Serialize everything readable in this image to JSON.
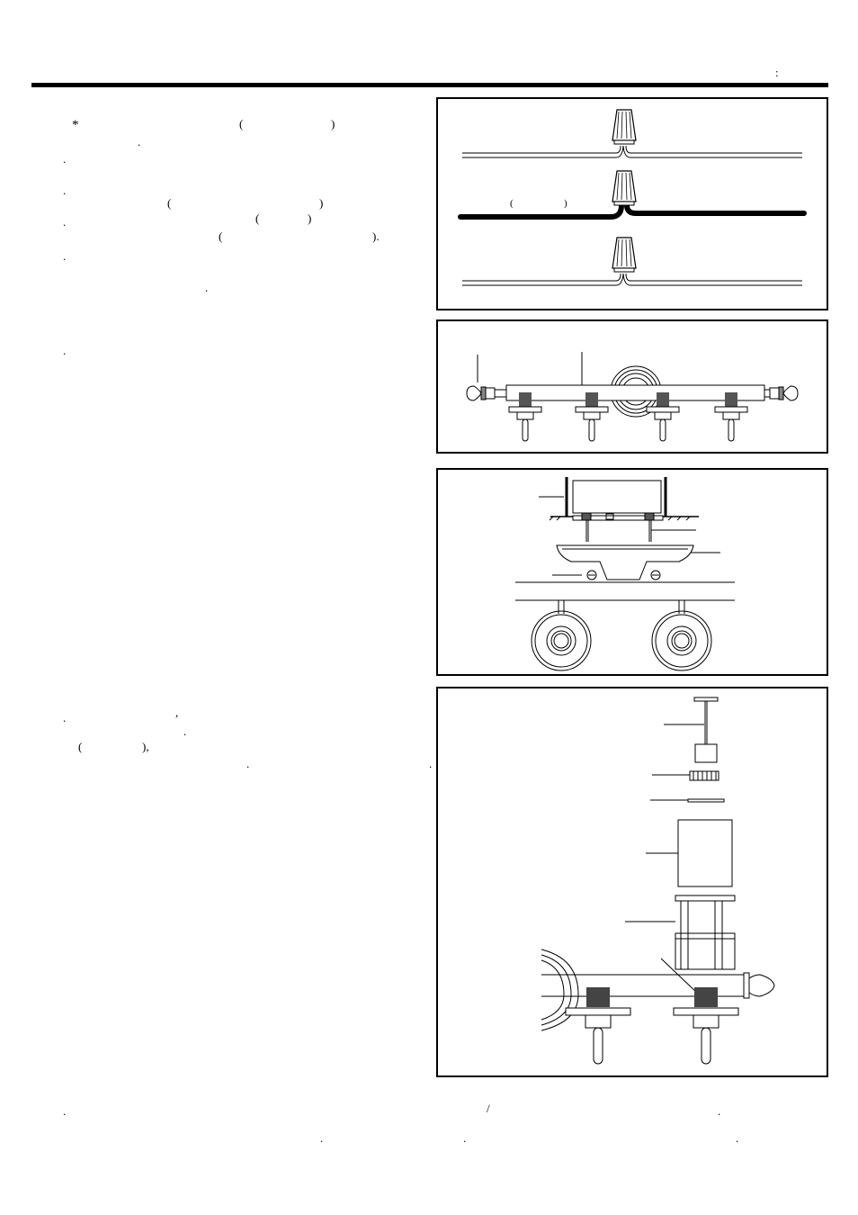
{
  "header": {
    "corner_mark": ":"
  },
  "left_column": {
    "marks": [
      {
        "id": "m1",
        "text": "*"
      },
      {
        "id": "m2",
        "text": "("
      },
      {
        "id": "m3",
        "text": ")"
      },
      {
        "id": "m4",
        "text": "."
      },
      {
        "id": "m5",
        "text": "."
      },
      {
        "id": "m6",
        "text": "."
      },
      {
        "id": "m7",
        "text": "("
      },
      {
        "id": "m8",
        "text": ")"
      },
      {
        "id": "m9",
        "text": "."
      },
      {
        "id": "m10",
        "text": "("
      },
      {
        "id": "m11",
        "text": ")"
      },
      {
        "id": "m12",
        "text": "("
      },
      {
        "id": "m13",
        "text": ")."
      },
      {
        "id": "m14",
        "text": "."
      },
      {
        "id": "m15",
        "text": "."
      },
      {
        "id": "m16",
        "text": "."
      },
      {
        "id": "m17",
        "text": "."
      },
      {
        "id": "m18",
        "text": ","
      },
      {
        "id": "m19",
        "text": "."
      },
      {
        "id": "m20",
        "text": "("
      },
      {
        "id": "m21",
        "text": "),"
      },
      {
        "id": "m22",
        "text": "."
      },
      {
        "id": "m23",
        "text": "."
      }
    ]
  },
  "figure1": {
    "paren_open": "(",
    "paren_close": ")"
  },
  "footer": {
    "marks": [
      {
        "id": "f1",
        "text": "."
      },
      {
        "id": "f2",
        "text": "/"
      },
      {
        "id": "f3",
        "text": "."
      },
      {
        "id": "f4",
        "text": "."
      },
      {
        "id": "f5",
        "text": "."
      },
      {
        "id": "f6",
        "text": "."
      }
    ]
  }
}
